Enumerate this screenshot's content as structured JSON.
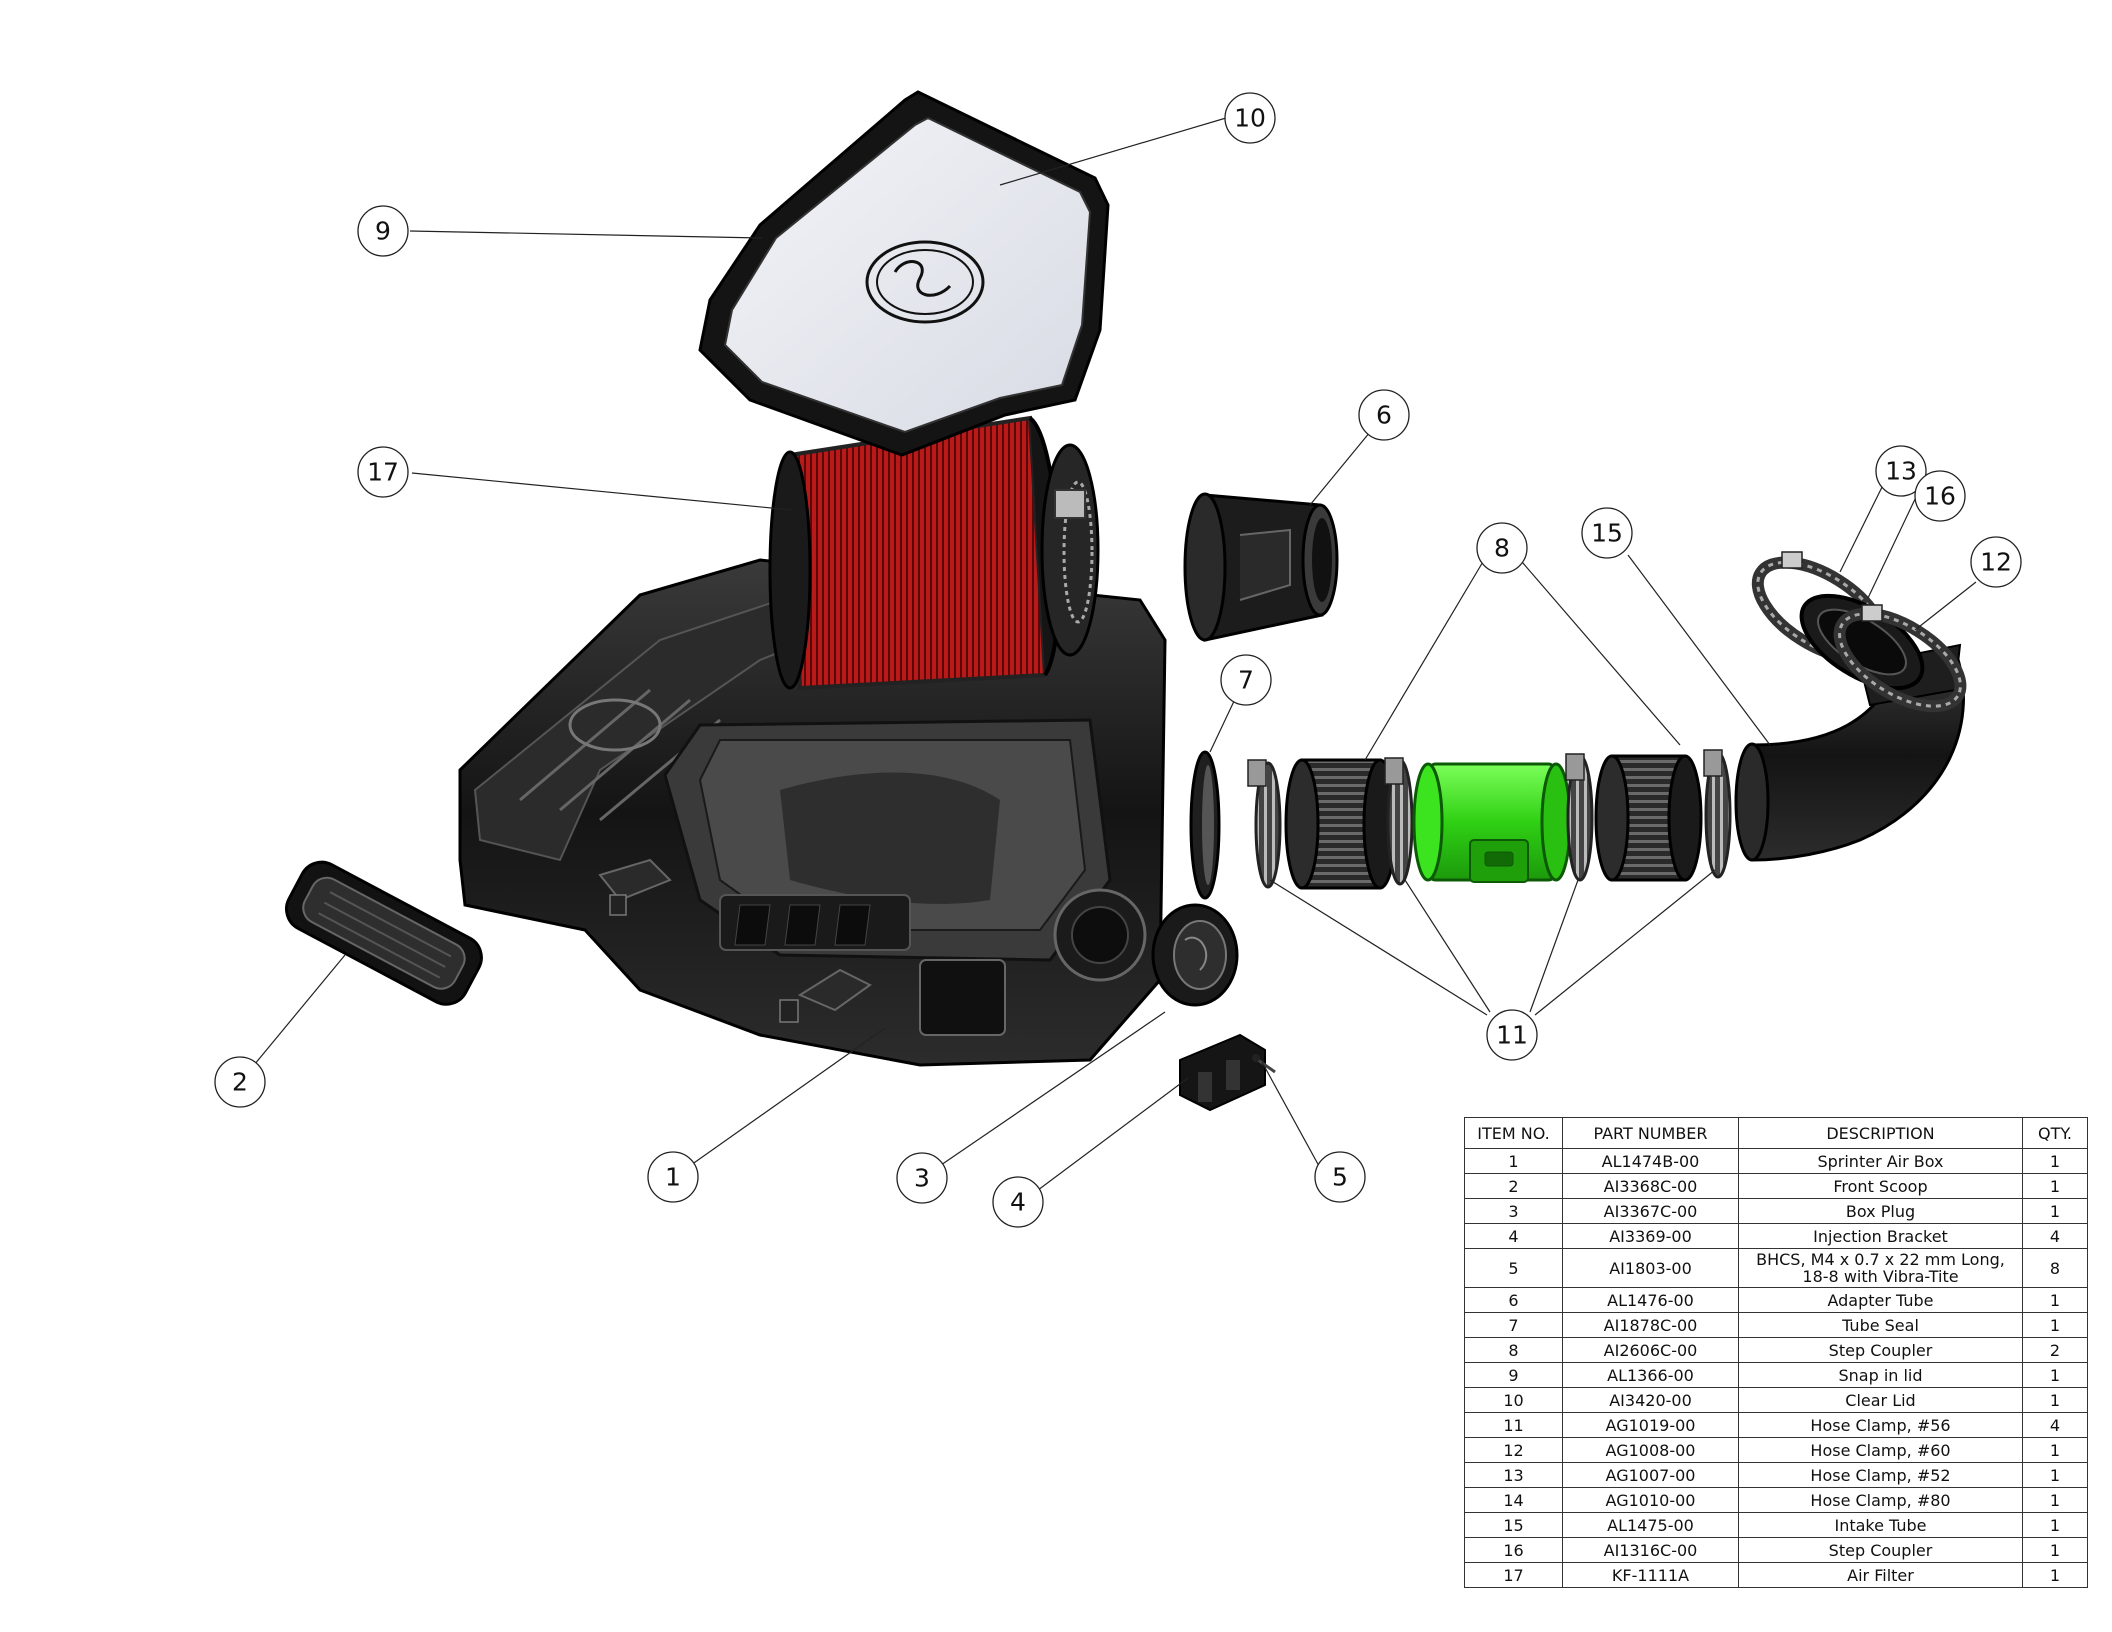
{
  "balloons": [
    "1",
    "2",
    "3",
    "4",
    "5",
    "6",
    "7",
    "8",
    "9",
    "10",
    "11",
    "12",
    "13",
    "15",
    "16",
    "17"
  ],
  "parts_table": {
    "headers": {
      "item": "ITEM NO.",
      "part": "PART NUMBER",
      "desc": "DESCRIPTION",
      "qty": "QTY."
    },
    "rows": [
      {
        "item": "1",
        "part": "AL1474B-00",
        "desc": "Sprinter Air Box",
        "qty": "1"
      },
      {
        "item": "2",
        "part": "AI3368C-00",
        "desc": "Front Scoop",
        "qty": "1"
      },
      {
        "item": "3",
        "part": "AI3367C-00",
        "desc": "Box Plug",
        "qty": "1"
      },
      {
        "item": "4",
        "part": "AI3369-00",
        "desc": "Injection Bracket",
        "qty": "4"
      },
      {
        "item": "5",
        "part": "AI1803-00",
        "desc": "BHCS, M4 x 0.7 x 22 mm Long, 18-8 with Vibra-Tite",
        "qty": "8"
      },
      {
        "item": "6",
        "part": "AL1476-00",
        "desc": "Adapter Tube",
        "qty": "1"
      },
      {
        "item": "7",
        "part": "AI1878C-00",
        "desc": "Tube Seal",
        "qty": "1"
      },
      {
        "item": "8",
        "part": "AI2606C-00",
        "desc": "Step Coupler",
        "qty": "2"
      },
      {
        "item": "9",
        "part": "AL1366-00",
        "desc": "Snap in lid",
        "qty": "1"
      },
      {
        "item": "10",
        "part": "AI3420-00",
        "desc": "Clear Lid",
        "qty": "1"
      },
      {
        "item": "11",
        "part": "AG1019-00",
        "desc": "Hose Clamp, #56",
        "qty": "4"
      },
      {
        "item": "12",
        "part": "AG1008-00",
        "desc": "Hose Clamp, #60",
        "qty": "1"
      },
      {
        "item": "13",
        "part": "AG1007-00",
        "desc": "Hose Clamp, #52",
        "qty": "1"
      },
      {
        "item": "14",
        "part": "AG1010-00",
        "desc": "Hose Clamp, #80",
        "qty": "1"
      },
      {
        "item": "15",
        "part": "AL1475-00",
        "desc": "Intake Tube",
        "qty": "1"
      },
      {
        "item": "16",
        "part": "AI1316C-00",
        "desc": "Step Coupler",
        "qty": "1"
      },
      {
        "item": "17",
        "part": "KF-1111A",
        "desc": "Air Filter",
        "qty": "1"
      }
    ]
  },
  "colors": {
    "housing": "#1c1c1c",
    "filter_media": "#b01818",
    "lid_glass": "#e6e8ee",
    "sensor_housing": "#33d11a",
    "outline": "#222222"
  }
}
